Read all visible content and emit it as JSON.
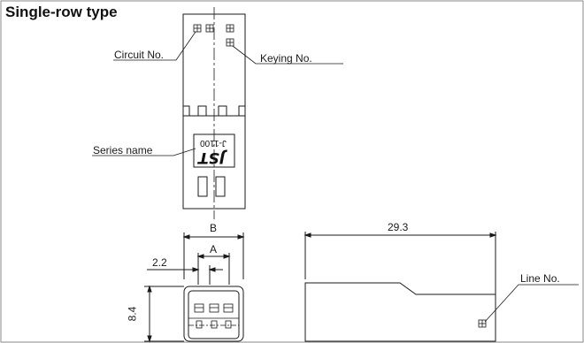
{
  "title": "Single-row type",
  "callouts": {
    "circuit_no": "Circuit No.",
    "keying_no": "Keying No.",
    "series_name": "Series name",
    "line_no": "Line No."
  },
  "marking": {
    "brand": "JST",
    "series_code": "J-1100"
  },
  "dimensions": {
    "a": "A",
    "b": "B",
    "pitch": "2.2",
    "height": "8.4",
    "length": "29.3"
  },
  "colors": {
    "line": "#1a1a1a",
    "frame": "#8a8a8a"
  }
}
